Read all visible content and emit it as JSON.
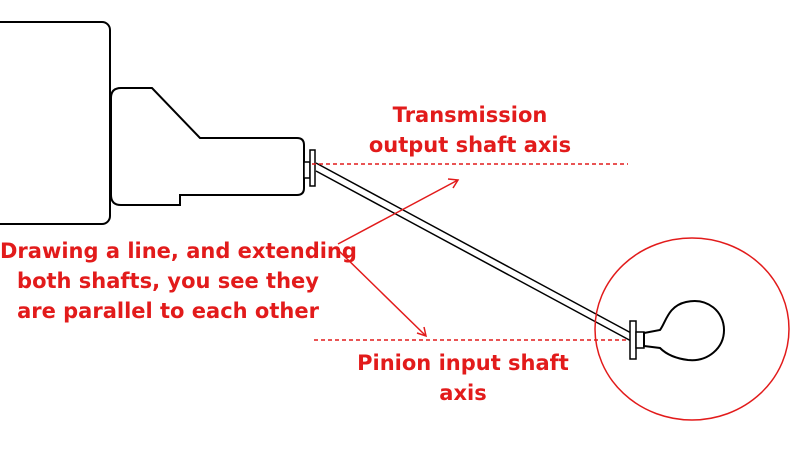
{
  "labels": {
    "transmission_axis": [
      "Transmission",
      "output shaft axis"
    ],
    "explanation": [
      "Drawing a line, and extending",
      "both shafts, you see they",
      "are parallel to each other"
    ],
    "pinion_axis": [
      "Pinion input shaft",
      "axis"
    ]
  },
  "colors": {
    "annotation": "#e21b1b",
    "outline": "#000000",
    "background": "#ffffff"
  }
}
